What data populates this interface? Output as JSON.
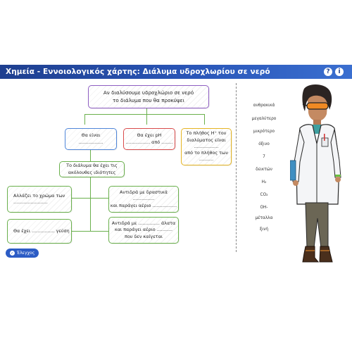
{
  "header": {
    "title": "Χημεία - Εννοιολογικός χάρτης: Διάλυμα υδροχλωρίου σε νερό",
    "help_icon": "?",
    "info_icon": "i"
  },
  "map": {
    "root": {
      "line1": "Αν διαλύσουμε υδροχλώριο σε νερό",
      "line2": "το διάλυμα που θα προκύψει"
    },
    "box_blue": {
      "line1": "Θα είναι",
      "line2": "................."
    },
    "box_red": {
      "line1": "Θα έχει pH",
      "line2": "................. από ........"
    },
    "box_yellow": {
      "line1": "Το πλήθος H⁺ του",
      "line2": "διαλύματος είναι",
      "line3": ".................",
      "line4": "από το πλήθος των",
      "line5": ".........."
    },
    "box_props": {
      "line1": "Το διάλυμα θα έχει τις",
      "line2": "ακόλουθες ιδιότητες"
    },
    "box_color": {
      "line1": "Αλλάζει το χρώμα των",
      "line2": "........................"
    },
    "box_taste": {
      "line1": "Θα έχει ................ γεύση"
    },
    "box_metal": {
      "line1": "Αντιδρά με δραστικά ...............",
      "line2": "και παράγει αέριο ................."
    },
    "box_salt": {
      "line1": "Αντιδρά με ............... άλατα",
      "line2": "και παράγει αέριο ...........",
      "line3": "που δεν καίγεται"
    }
  },
  "word_bank": [
    "ανθρακικά",
    "μεγαλύτερο",
    "μικρότερο",
    "όξινο",
    "7",
    "δεικτών",
    "H₂",
    "CO₂",
    "OH-",
    "μέταλλα",
    "ξινή"
  ],
  "check_button": {
    "label": "Έλεγχος",
    "icon": "✓"
  }
}
